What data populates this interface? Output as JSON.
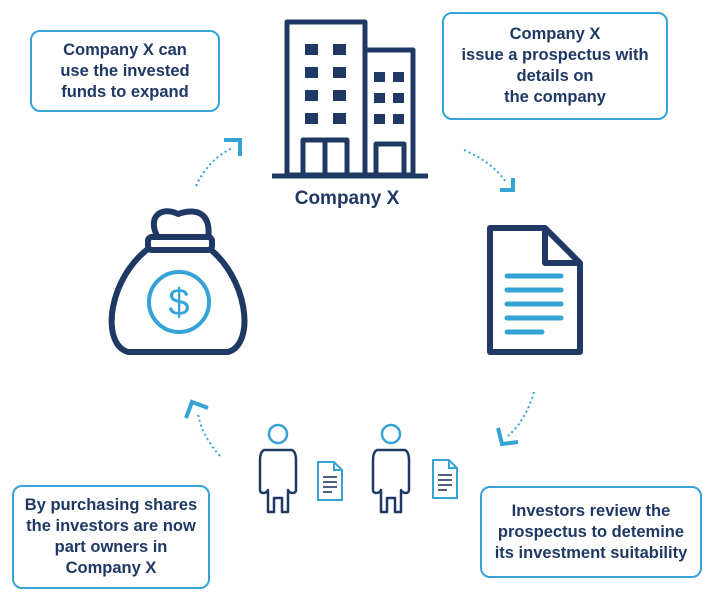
{
  "company_label": "Company X",
  "callouts": {
    "expand": [
      "Company X can",
      "use the invested",
      "funds to expand"
    ],
    "prospectus": [
      "Company X",
      "issue a prospectus with",
      "details on",
      "the company"
    ],
    "owners": [
      "By purchasing shares",
      "the investors are now",
      "part owners in",
      "Company X"
    ],
    "review": [
      "Investors review the",
      "prospectus to detemine",
      "its investment suitability"
    ]
  },
  "colors": {
    "navy": "#1f3864",
    "accent": "#35a3d6"
  },
  "icons": [
    "office-building-icon",
    "document-icon",
    "money-bag-icon",
    "investor-icon",
    "small-document-icon",
    "cycle-arrow-icon"
  ]
}
